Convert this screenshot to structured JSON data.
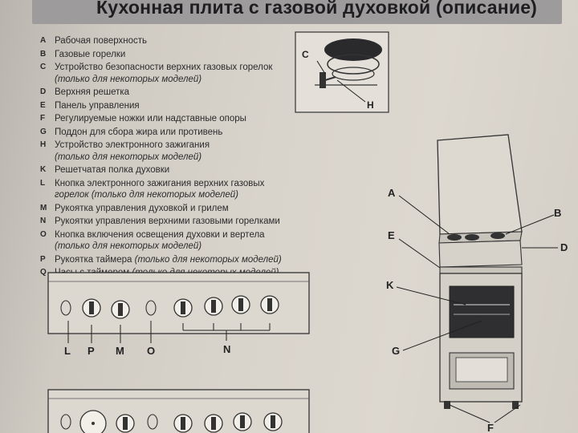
{
  "title": "Кухонная плита с газовой духовкой (описание)",
  "legend": [
    {
      "letter": "A",
      "text": "Рабочая поверхность",
      "note": ""
    },
    {
      "letter": "B",
      "text": "Газовые горелки",
      "note": ""
    },
    {
      "letter": "C",
      "text": "Устройство безопасности верхних газовых горелок",
      "note": "(только для некоторых моделей)"
    },
    {
      "letter": "D",
      "text": "Верхняя решетка",
      "note": ""
    },
    {
      "letter": "E",
      "text": "Панель управления",
      "note": ""
    },
    {
      "letter": "F",
      "text": "Регулируемые ножки или надставные опоры",
      "note": ""
    },
    {
      "letter": "G",
      "text": "Поддон для сбора жира или противень",
      "note": ""
    },
    {
      "letter": "H",
      "text": "Устройство электронного зажигания",
      "note": "(только для некоторых моделей)"
    },
    {
      "letter": "K",
      "text": "Решетчатая полка духовки",
      "note": ""
    },
    {
      "letter": "L",
      "text": "Кнопка электронного зажигания верхних газовых",
      "note": "горелок (только для некоторых моделей)"
    },
    {
      "letter": "M",
      "text": "Рукоятка управления духовкой и грилем",
      "note": ""
    },
    {
      "letter": "N",
      "text": "Рукоятки управления верхними газовыми горелками",
      "note": ""
    },
    {
      "letter": "O",
      "text": "Кнопка включения освещения духовки и вертела",
      "note": "(только для некоторых моделей)"
    },
    {
      "letter": "P",
      "text": "Рукоятка таймера",
      "note": "(только для некоторых моделей)"
    },
    {
      "letter": "Q",
      "text": "Часы с таймером",
      "note": "(только для некоторых моделей)"
    }
  ],
  "diagram": {
    "detail_labels": {
      "c": "C",
      "h": "H"
    },
    "stove_labels": {
      "a": "A",
      "b": "B",
      "d": "D",
      "e": "E",
      "k": "K",
      "g": "G",
      "f": "F"
    },
    "panel_labels": {
      "l": "L",
      "p": "P",
      "m": "M",
      "o": "O",
      "n": "N"
    }
  }
}
